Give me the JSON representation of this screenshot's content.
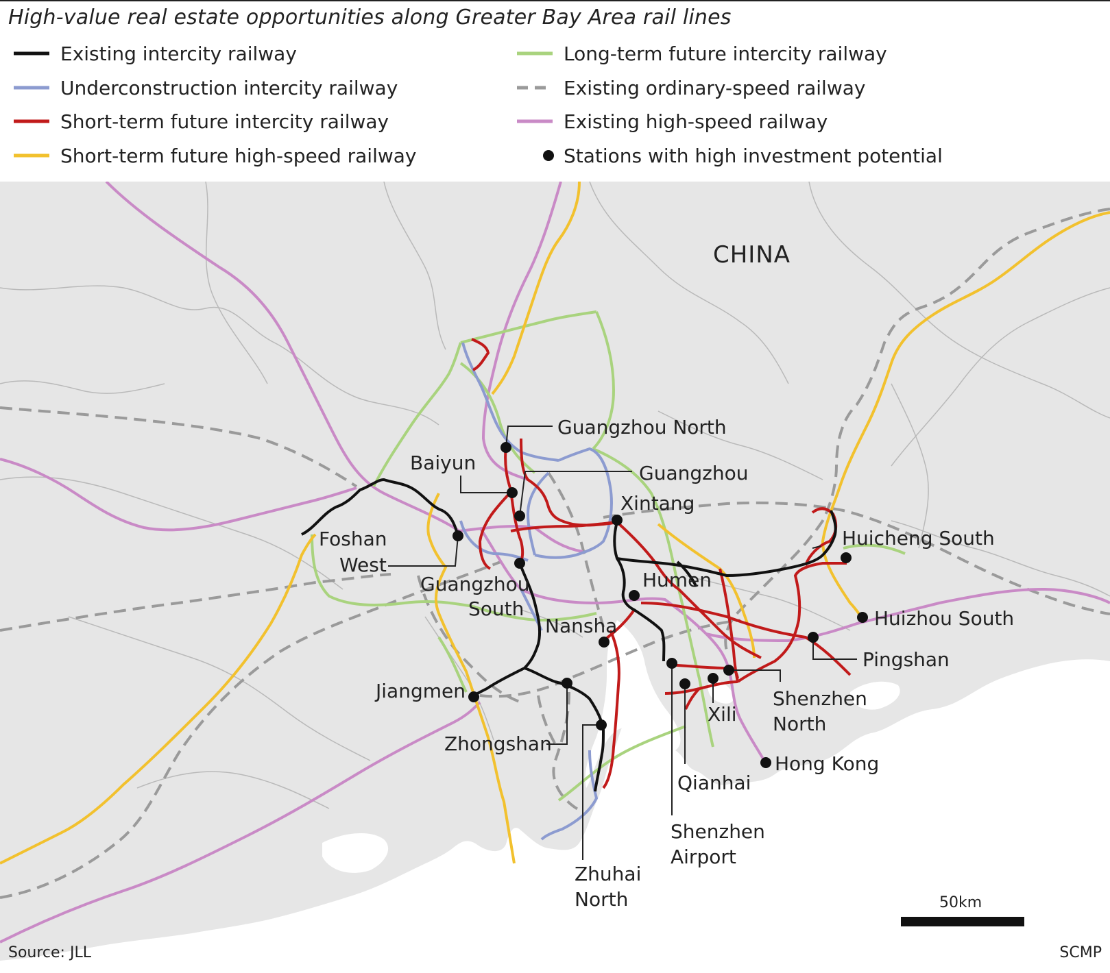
{
  "title": "High-value real estate opportunities along Greater Bay Area rail lines",
  "legend": [
    {
      "label": "Existing intercity railway",
      "color": "#111111",
      "style": "solid"
    },
    {
      "label": "Underconstruction intercity railway",
      "color": "#8c9bd0",
      "style": "solid"
    },
    {
      "label": "Short-term future intercity railway",
      "color": "#c11a1a",
      "style": "solid"
    },
    {
      "label": "Short-term future high-speed railway",
      "color": "#f2c12e",
      "style": "solid"
    },
    {
      "label": "Long-term future intercity railway",
      "color": "#a9d37e",
      "style": "solid"
    },
    {
      "label": "Existing ordinary-speed railway",
      "color": "#9a9a9a",
      "style": "dashed"
    },
    {
      "label": "Existing high-speed railway",
      "color": "#c98ac6",
      "style": "solid"
    },
    {
      "label": "Stations with high investment potential",
      "color": "#111111",
      "style": "dot"
    }
  ],
  "map": {
    "region_label": "CHINA",
    "stations": [
      {
        "name": "Guangzhou North"
      },
      {
        "name": "Baiyun"
      },
      {
        "name": "Guangzhou"
      },
      {
        "name": "Xintang"
      },
      {
        "name": "Foshan West"
      },
      {
        "name": "Guangzhou South"
      },
      {
        "name": "Humen"
      },
      {
        "name": "Huicheng South"
      },
      {
        "name": "Huizhou South"
      },
      {
        "name": "Nansha"
      },
      {
        "name": "Pingshan"
      },
      {
        "name": "Jiangmen"
      },
      {
        "name": "Shenzhen North"
      },
      {
        "name": "Xili"
      },
      {
        "name": "Zhongshan"
      },
      {
        "name": "Hong Kong"
      },
      {
        "name": "Qianhai"
      },
      {
        "name": "Shenzhen Airport"
      },
      {
        "name": "Zhuhai North"
      }
    ],
    "label_lines": {
      "foshan_west": [
        "Foshan",
        "West"
      ],
      "guangzhou_south": [
        "Guangzhou",
        "South"
      ],
      "shenzhen_north": [
        "Shenzhen",
        "North"
      ],
      "shenzhen_airport": [
        "Shenzhen",
        "Airport"
      ],
      "zhuhai_north": [
        "Zhuhai",
        "North"
      ]
    },
    "scale": "50km",
    "colors": {
      "land": "#e6e6e6",
      "water": "#ffffff",
      "boundary": "#b9b9b9"
    }
  },
  "footer": {
    "source": "Source: JLL",
    "credit": "SCMP"
  }
}
